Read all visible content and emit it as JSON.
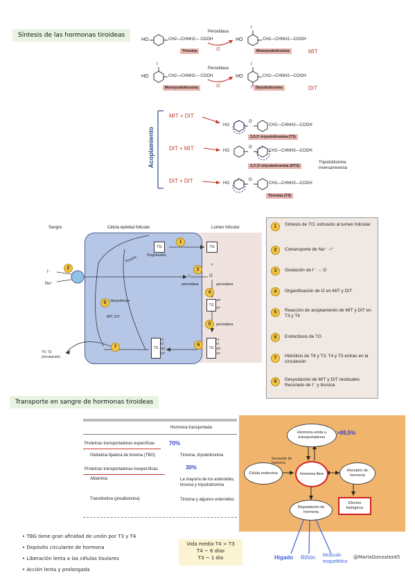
{
  "sections": {
    "synthesis_title": "Síntesis de las hormonas tiroideas",
    "transport_title": "Transporte en sangre de hormonas tiroideas"
  },
  "synthesis": {
    "ho": "HO",
    "chain1": "CH2—CHNH2— COOH",
    "chain2": "CH2—CHNH2—COOH",
    "peroxidase": "Peroxidasa",
    "i2": "I2",
    "iodine": "I",
    "tyrosine_label": "Tirosina",
    "mit_label": "Monoyodotirosina",
    "mit_abbr": "MIT",
    "dit_label": "Diyodotirosina",
    "dit_abbr": "DIT",
    "coupling": "Acoplamiento",
    "c1": "MIT + DIT",
    "c2": "DIT + MIT",
    "c3": "DIT + DIT",
    "o": "O",
    "t3_label": "3,5,3'-triyodotironina (T3)",
    "rt3_label": "3,3',5'-triyodotironina (RT3)",
    "rt3_note1": "Triyodotironina",
    "rt3_note2": "inversa/reversa",
    "t4_label": "Tiroxina (T4)"
  },
  "cell": {
    "sangre": "Sangre",
    "epitelial": "Célula epitelial folicular",
    "lumen": "Lumen folicular",
    "tirosina": "Tirosina",
    "tg": "TG",
    "tiroglobulina": "Tiroglobulina",
    "i_minus": "I⁻",
    "na_plus": "Na⁺",
    "peroxidasa": "peroxidasa",
    "desyodinasa": "desyodinasa",
    "mit_dit": "MIT, DIT",
    "plus": "+",
    "i2": "I2",
    "t4": "T4",
    "t3": "T3",
    "mit": "MIT",
    "dit": "DIT",
    "output": "T4, T3",
    "circulacion": "(circulación)",
    "steps": [
      {
        "n": "1",
        "text": "Síntesis de TG; extrusión al lumen folicular"
      },
      {
        "n": "2",
        "text": "Cotransporte de Na⁺ - I⁻"
      },
      {
        "n": "3",
        "text": "Oxidación de I⁻ → I2"
      },
      {
        "n": "4",
        "text": "Organificación de I2 en MIT y DIT"
      },
      {
        "n": "5",
        "text": "Reacción de acoplamiento de MIT y DIT en T3 y T4"
      },
      {
        "n": "6",
        "text": "Endocitosis de TG"
      },
      {
        "n": "7",
        "text": "Hidrólisis de T4 y T3; T4 y T3 entran en la circulación"
      },
      {
        "n": "8",
        "text": "Desyodación de MIT y DIT residuales Reciclado de I⁻ y tirosina"
      }
    ]
  },
  "table": {
    "header": "Hormona transportada",
    "specific": "Proteínas transportadoras específicas",
    "specific_pct": "70%",
    "tbg": "Globulina fijadora de tiroxina (TBG)",
    "tbg_val": "Tiroxina, triyodotironina",
    "nonspecific": "Proteínas transportadoras inespecíficas",
    "nonspecific_pct": "30%",
    "albumina": "Albúmina",
    "albumina_val": "La mayoría de los esteroides, tiroxina y triyodotironina",
    "transtiretina": "Transtiretina (prealbúmina)",
    "transtiretina_val": "Tiroxina y algunos esteroides"
  },
  "flow": {
    "bound": "Hormona unida a transportadores",
    "bound_pct": ">99,5%",
    "endocrine": "Célula endocrina",
    "secretion": "Secreción de hormona",
    "free": "Hormona libre",
    "receptor": "Receptor de hormona",
    "effects": "Efectos biológicos",
    "degradation": "Degradación de hormona",
    "liver": "Hígado",
    "kidney": "Riñón",
    "muscle": "Músculo esquelético",
    "author": "@MariaGonzalez45"
  },
  "notes": {
    "bullets": [
      "TBG tiene gran afinidad de unión por T3 y T4",
      "Depósito circulante de hormona",
      "Liberación lenta a las células tisulares",
      "Acción lenta y prolongada"
    ],
    "half_life": [
      "Vida media T4 > T3",
      "T4 ~ 6 días",
      "T3 ~ 1 día"
    ]
  }
}
